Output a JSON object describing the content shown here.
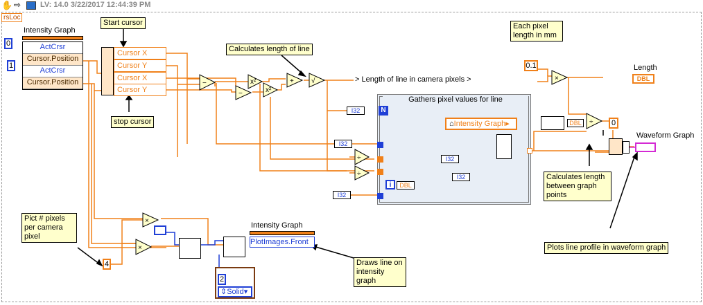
{
  "title": "LV: 14.0 3/22/2017 12:44:39 PM",
  "tag": "rsLoc",
  "left_node": {
    "label": "Intensity Graph",
    "rows": [
      "ActCrsr",
      "Cursor.Position",
      "ActCrsr",
      "Cursor.Position"
    ],
    "const0": "0",
    "const1": "1"
  },
  "cursor_unbundle": [
    "Cursor X",
    "Cursor Y",
    "Cursor X",
    "Cursor Y"
  ],
  "notes": {
    "start_cursor": "Start cursor",
    "stop_cursor": "stop cursor",
    "calc_length": "Calculates length of line",
    "pixel_mm": "Each pixel length in mm",
    "calc_between": "Calculates length between graph points",
    "plot_profile": "Plots line profile in waveform graph",
    "draws_line": "Draws line on intensity graph",
    "pict_pixels": "Pict # pixels per camera pixel"
  },
  "length_label": "> Length of line in camera pixels >",
  "const_01": "0.1",
  "const_0": "0",
  "const_4": "4",
  "const_2": "2",
  "solid": "Solid",
  "length_indicator": {
    "label": "Length",
    "type": "DBL"
  },
  "waveform": {
    "label": "Waveform Graph"
  },
  "loop_title": "Gathers pixel values for line",
  "loop_n": "N",
  "loop_i": "i",
  "intensity_ref": "Intensity Graph",
  "intensity_bottom": {
    "label": "Intensity Graph",
    "prop": "PlotImages.Front"
  },
  "types": {
    "i32": "I32",
    "dbl": "DBL"
  },
  "colors": {
    "orange": "#f08019",
    "blue": "#1f3fd6",
    "pink": "#d42ad4"
  }
}
